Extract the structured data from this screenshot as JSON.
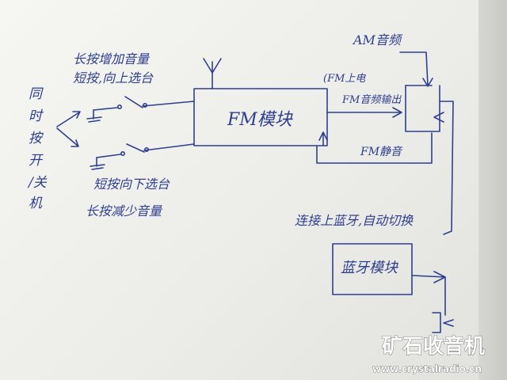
{
  "labels": {
    "am_audio": "AM音频",
    "fm_status": "(FM上电",
    "fm_audio_out": "FM音频输出",
    "fm_module": "FM模块",
    "fm_mute": "FM静音",
    "simultaneous": [
      "同",
      "时",
      "按",
      "开",
      "/关",
      "机"
    ],
    "top_switch_line1": "长按增加音量",
    "top_switch_line2": "短按,向上选台",
    "bottom_switch_line1": "短按向下选台",
    "bottom_switch_line2": "长按减少音量",
    "bt_autoswitch": "连接上蓝牙,自动切换",
    "bt_module": "蓝牙模块"
  },
  "watermark": {
    "title": "矿石收音机",
    "url": "www.crystalradio.cn"
  },
  "colors": {
    "ink": "#2f3f8f",
    "watermark": "#ffffff"
  }
}
